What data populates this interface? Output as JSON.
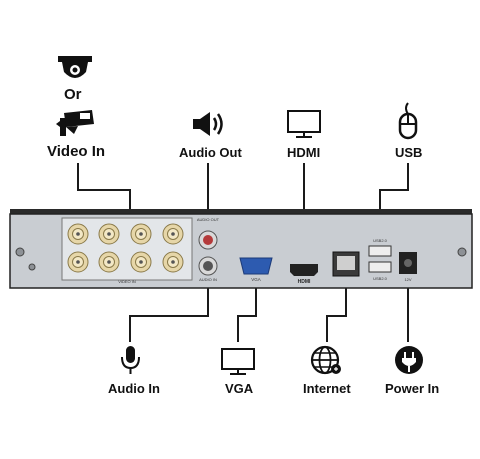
{
  "labels": {
    "or": "Or",
    "video_in": "Video In",
    "audio_out": "Audio Out",
    "hdmi": "HDMI",
    "usb": "USB",
    "audio_in": "Audio In",
    "vga": "VGA",
    "internet": "Internet",
    "power_in": "Power In"
  },
  "panel_text": {
    "video_in": "VIDEO IN",
    "audio_out": "AUDIO OUT",
    "audio_in": "AUDIO IN",
    "vga": "VGA",
    "hdmi": "HDMI",
    "usb1": "USB2.0",
    "usb2": "USB2.0",
    "dc": "12V"
  },
  "colors": {
    "panel": "#c9cdd2",
    "panel_edge": "#222222",
    "bnc_body": "#e6d6a8",
    "line": "#1a1a1a"
  },
  "icons": [
    "dome-camera-icon",
    "bullet-camera-icon",
    "speaker-icon",
    "monitor-icon",
    "usb-mouse-icon",
    "microphone-icon",
    "monitor-icon",
    "globe-icon",
    "power-plug-icon"
  ]
}
